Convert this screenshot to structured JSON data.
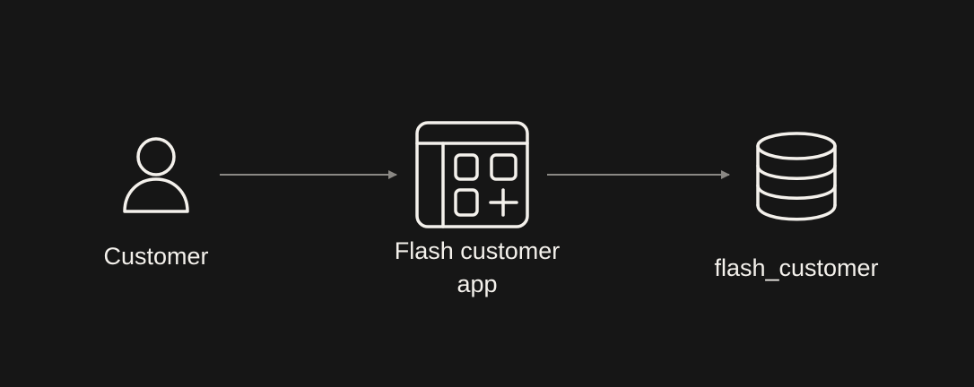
{
  "diagram": {
    "nodes": [
      {
        "id": "customer",
        "label": "Customer",
        "icon": "user-icon"
      },
      {
        "id": "app",
        "label": "Flash customer app",
        "icon": "app-window-icon"
      },
      {
        "id": "db",
        "label": "flash_customer",
        "icon": "database-icon"
      }
    ],
    "edges": [
      {
        "from": "customer",
        "to": "app"
      },
      {
        "from": "app",
        "to": "db"
      }
    ],
    "colors": {
      "background": "#161616",
      "foreground": "#F4F1EC",
      "edge": "#8A8884"
    }
  }
}
